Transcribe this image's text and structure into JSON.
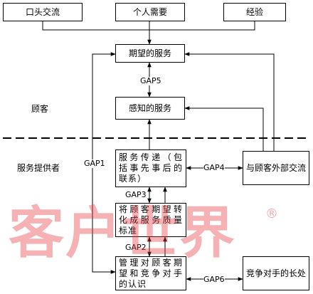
{
  "boxes": {
    "word_of_mouth": "口头交流",
    "personal_needs": "个人需要",
    "experience": "经验",
    "expected_service": "期望的服务",
    "perceived_service": "感知的服务",
    "service_delivery": "服务传递（包括事先事后的联系）",
    "service_standards": "将顾客期望转化成服务质量标准",
    "management_perception": "管理对顾客期望和竞争对手的认识",
    "external_communication": "与顾客外部交流",
    "competitor_strengths": "竞争对手的长处"
  },
  "gaps": {
    "gap1": "GAP1",
    "gap2": "GAP2",
    "gap3": "GAP3",
    "gap4": "GAP4",
    "gap5": "GAP5",
    "gap6": "GAP6"
  },
  "side_labels": {
    "customer": "顾客",
    "provider": "服务提供者"
  },
  "watermark": {
    "text": "客户世界",
    "mark": "®",
    "color": "#e83c46"
  }
}
